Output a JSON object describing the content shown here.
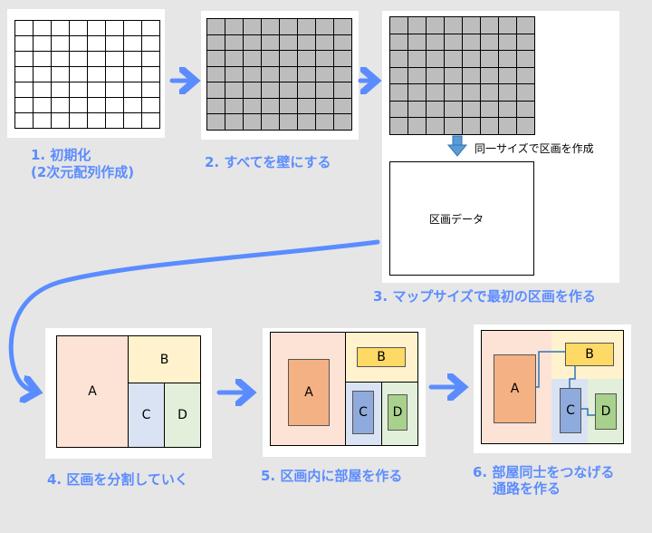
{
  "steps": {
    "s1_line1": "1. 初期化",
    "s1_line2": "(2次元配列作成)",
    "s2": "2. すべてを壁にする",
    "s3": "3. マップサイズで最初の区画を作る",
    "s4": "4. 区画を分割していく",
    "s5": "5. 区画内に部屋を作る",
    "s6_line1": "6. 部屋同士をつなげる",
    "s6_line2": "通路を作る"
  },
  "notes": {
    "same_size": "同一サイズで区画を作成",
    "section_data": "区画データ"
  },
  "labels": {
    "a": "A",
    "b": "B",
    "c": "C",
    "d": "D"
  },
  "colors": {
    "accent": "#5b8cff",
    "wall": "#bdbdbd",
    "sec_a": "#fde3d6",
    "sec_b": "#fff2cc",
    "sec_c": "#dae3f3",
    "sec_d": "#e2efda",
    "room_a": "#f4b183",
    "room_b": "#ffd966",
    "room_c": "#8faadc",
    "room_d": "#a9d18e"
  }
}
